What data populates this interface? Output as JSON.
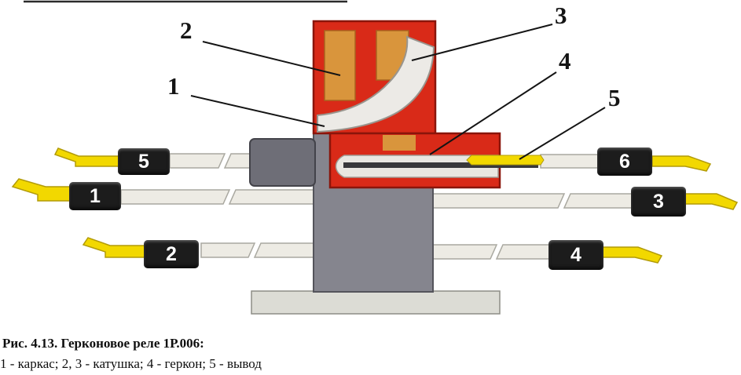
{
  "caption": {
    "title": "Рис. 4.13. Герконовое реле 1Р.006:",
    "legend": "1 - каркас; 2, 3 - катушка; 4 - геркон; 5 - вывод"
  },
  "callouts": [
    {
      "label": "1"
    },
    {
      "label": "2"
    },
    {
      "label": "3"
    },
    {
      "label": "4"
    },
    {
      "label": "5"
    }
  ],
  "wire_tags": {
    "left_top": "5",
    "left_middle": "1",
    "left_bottom": "2",
    "right_top": "6",
    "right_middle": "3",
    "right_bottom": "4"
  },
  "colors": {
    "coil_red": "#d92a18",
    "winding_orange": "#d9953c",
    "body_gray": "#85858e",
    "dark_block_gray": "#6e6e77",
    "base_gray": "#dcdcd5",
    "wire_fill": "#edebe4",
    "frame_white": "#eceae6",
    "slot_white": "#e9e7e1",
    "reed_dark": "#38383a",
    "terminal_yellow": "#f2d800",
    "tag_black": "#1c1c1c",
    "line_black": "#141414"
  }
}
